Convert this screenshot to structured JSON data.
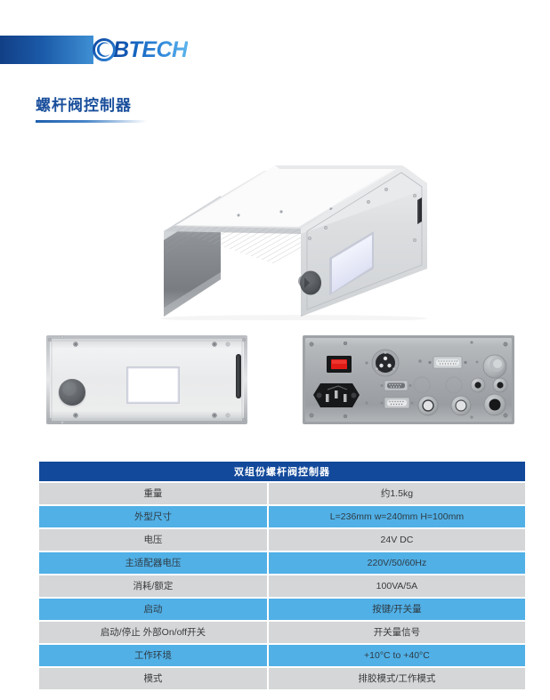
{
  "header": {
    "logo_text": "BTECH",
    "logo_icon": "crescent-star-circle-logo",
    "accent_bar_color": "#1b5aa8"
  },
  "title": {
    "text": "螺杆阀控制器",
    "color": "#1a4f9c"
  },
  "product_images": {
    "hero_alt": "3d-isometric-view-of-silver-aluminium-controller-enclosure",
    "front_panel_alt": "front-panel-with-rotary-knob-and-lcd-display",
    "rear_panel_alt": "rear-panel-with-power-switch-iec-inlet-and-connectors"
  },
  "spec_table": {
    "title": "双组份螺杆阀控制器",
    "rows": [
      {
        "label": "重量",
        "value": "约1.5kg"
      },
      {
        "label": "外型尺寸",
        "value": "L=236mm  w=240mm  H=100mm"
      },
      {
        "label": "电压",
        "value": "24V DC"
      },
      {
        "label": "主适配器电压",
        "value": "220V/50/60Hz"
      },
      {
        "label": "消耗/额定",
        "value": "100VA/5A"
      },
      {
        "label": "启动",
        "value": "按键/开关量"
      },
      {
        "label": "启动/停止 外部On/off开关",
        "value": "开关量信号"
      },
      {
        "label": "工作环境",
        "value": "+10°C to +40°C"
      },
      {
        "label": "模式",
        "value": "排胶模式/工作模式"
      }
    ]
  }
}
